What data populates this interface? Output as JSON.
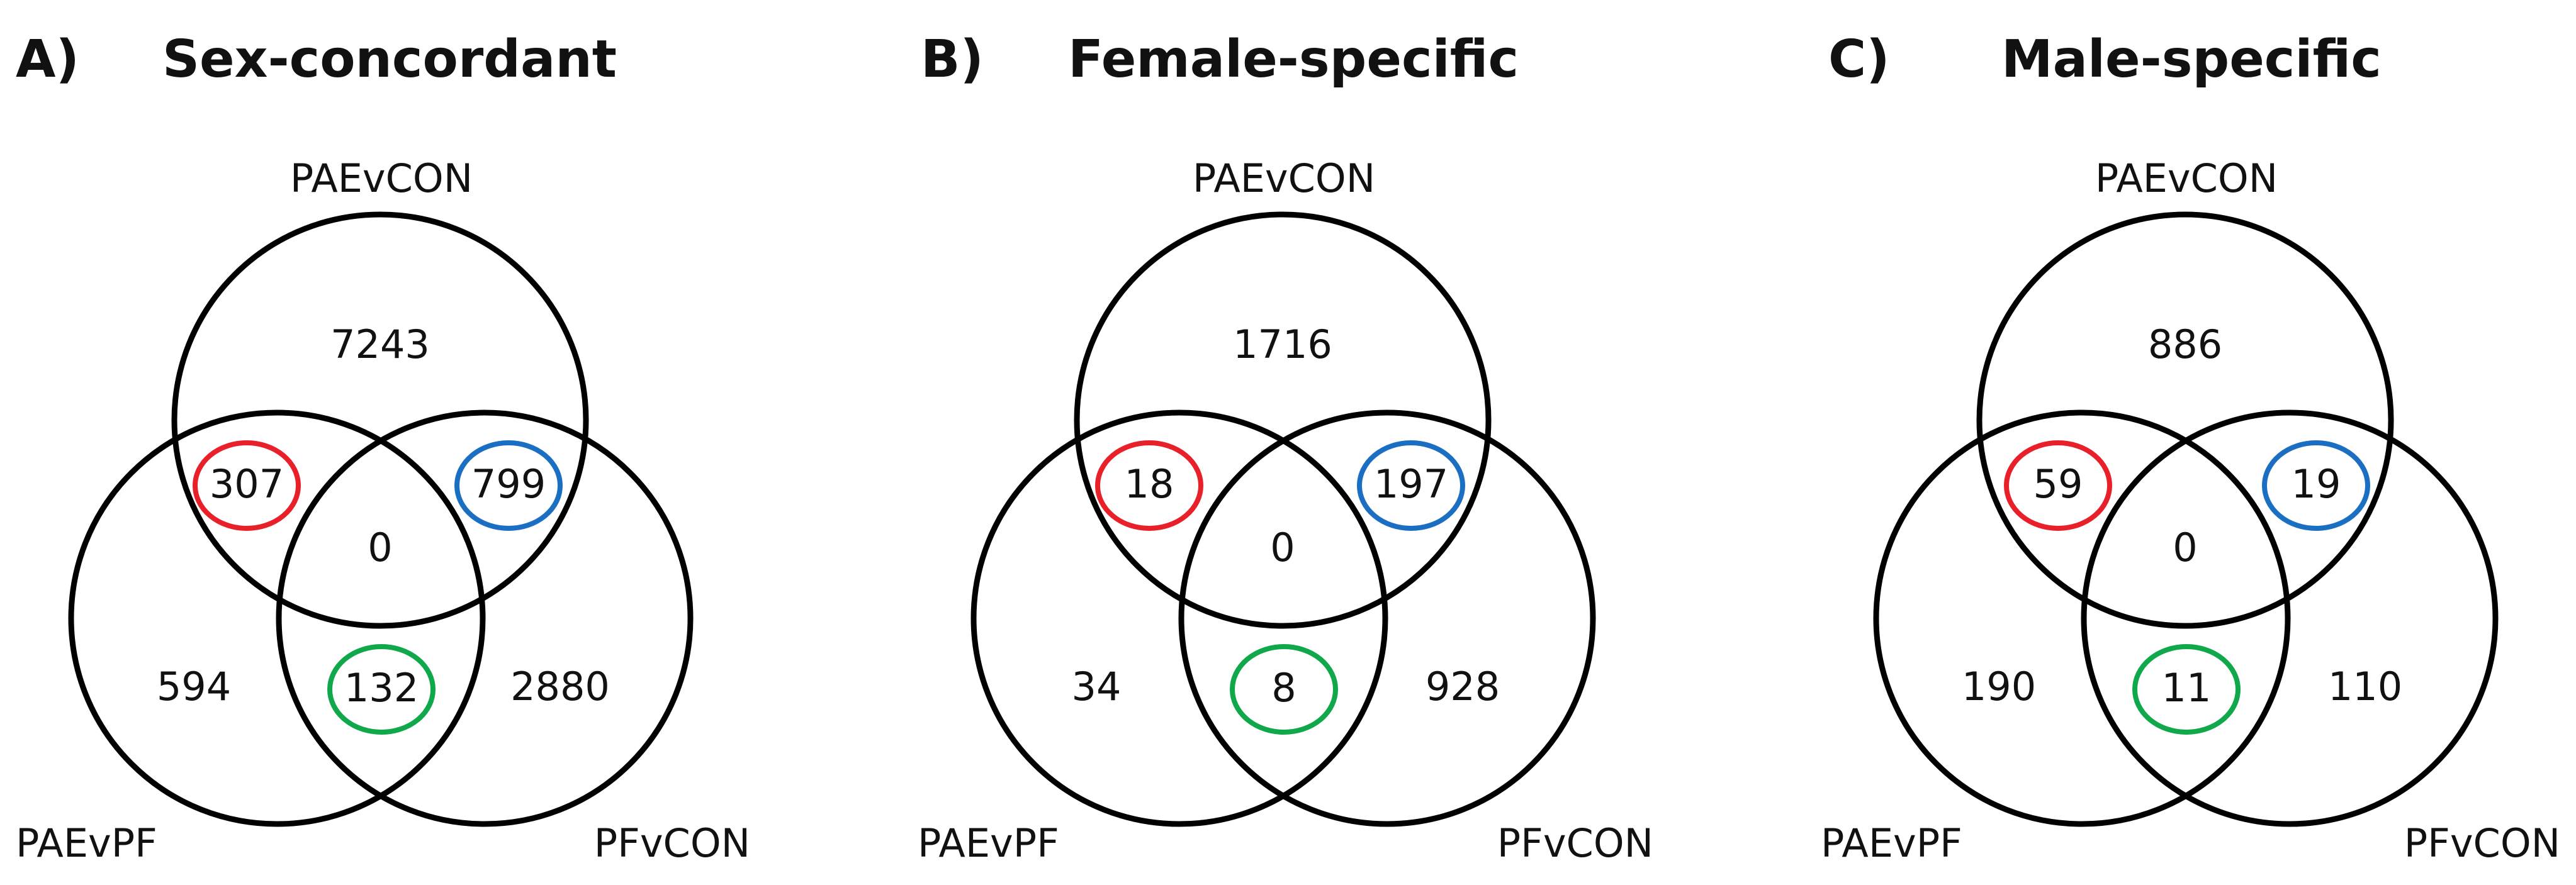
{
  "colors": {
    "outline": "#000000",
    "highlight_top_left": "#e8202a",
    "highlight_top_right": "#1b6fc2",
    "highlight_bottom": "#10a84a"
  },
  "panels": [
    {
      "letter": "A)",
      "title": "Sex-concordant",
      "labels": {
        "top": "PAEvCON",
        "left": "PAEvPF",
        "right": "PFvCON"
      },
      "counts": {
        "top_only": "7243",
        "top_left": "307",
        "top_right": "799",
        "center": "0",
        "left_only": "594",
        "bottom": "132",
        "right_only": "2880"
      }
    },
    {
      "letter": "B)",
      "title": "Female-specific",
      "labels": {
        "top": "PAEvCON",
        "left": "PAEvPF",
        "right": "PFvCON"
      },
      "counts": {
        "top_only": "1716",
        "top_left": "18",
        "top_right": "197",
        "center": "0",
        "left_only": "34",
        "bottom": "8",
        "right_only": "928"
      }
    },
    {
      "letter": "C)",
      "title": "Male-specific",
      "labels": {
        "top": "PAEvCON",
        "left": "PAEvPF",
        "right": "PFvCON"
      },
      "counts": {
        "top_only": "886",
        "top_left": "59",
        "top_right": "19",
        "center": "0",
        "left_only": "190",
        "bottom": "11",
        "right_only": "110"
      }
    }
  ]
}
